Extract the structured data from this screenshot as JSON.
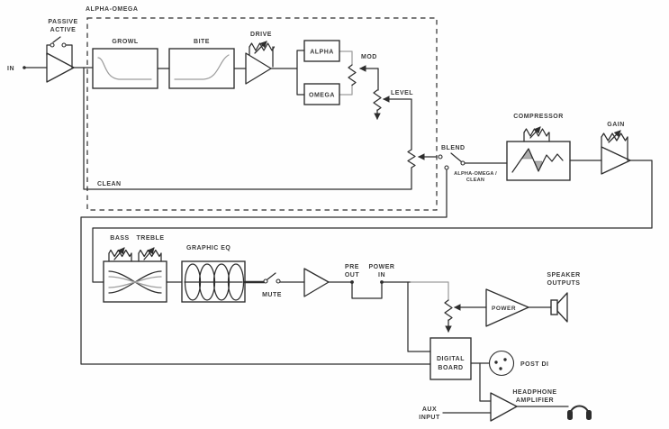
{
  "diagram": {
    "colors": {
      "line": "#2d2d2d",
      "muted_line": "#9d9d9d",
      "text": "#3b3b3b",
      "background": "#fefefe",
      "shade": "#aeaeae"
    },
    "input": {
      "in_label": "IN",
      "passive": "PASSIVE",
      "active": "ACTIVE"
    },
    "alpha_omega": {
      "title": "ALPHA-OMEGA",
      "growl": "GROWL",
      "bite": "BITE",
      "drive": "DRIVE",
      "alpha": "ALPHA",
      "omega": "OMEGA",
      "mod": "MOD",
      "level": "LEVEL",
      "clean": "CLEAN"
    },
    "blend": {
      "label": "BLEND",
      "switch_line1": "ALPHA-OMEGA /",
      "switch_line2": "CLEAN"
    },
    "dynamics": {
      "compressor": "COMPRESSOR",
      "gain": "GAIN"
    },
    "tone": {
      "bass": "BASS",
      "treble": "TREBLE",
      "graphic_eq": "GRAPHIC EQ",
      "mute": "MUTE"
    },
    "output": {
      "pre": "PRE",
      "out": "OUT",
      "power": "POWER",
      "in": "IN",
      "power_amp": "POWER",
      "speaker_line1": "SPEAKER",
      "speaker_line2": "OUTPUTS",
      "digital_line1": "DIGITAL",
      "digital_line2": "BOARD",
      "post_di": "POST DI",
      "headphone_line1": "HEADPHONE",
      "headphone_line2": "AMPLIFIER",
      "aux_line1": "AUX",
      "aux_line2": "INPUT"
    }
  }
}
